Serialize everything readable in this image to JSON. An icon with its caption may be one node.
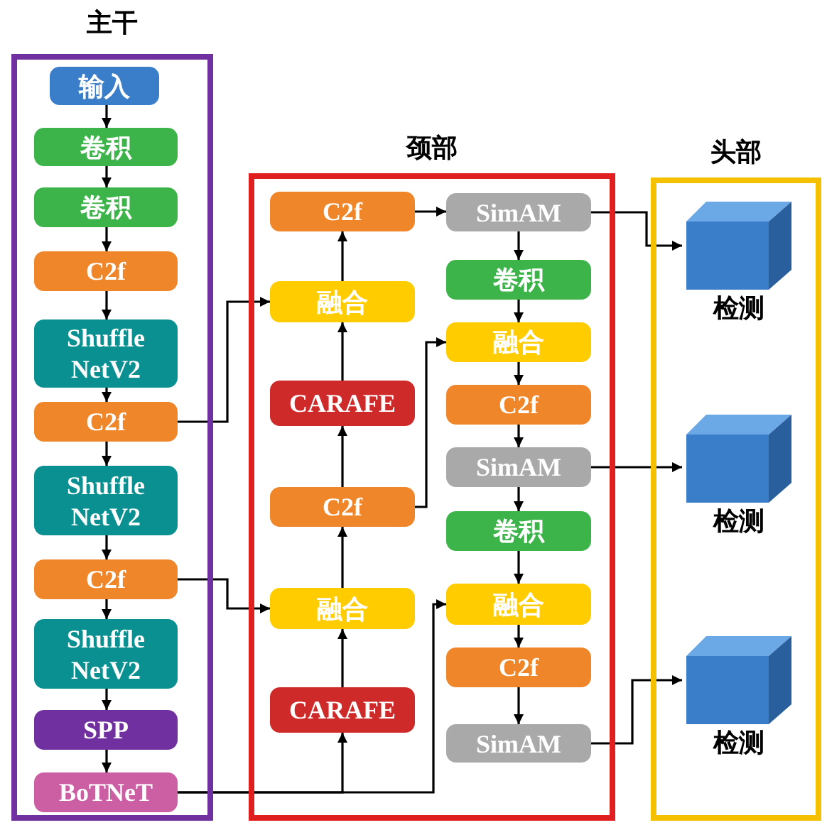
{
  "diagram": {
    "nodes": [
      {
        "text": [
          "主干"
        ]
      },
      {
        "text": [
          "输入"
        ],
        "in": 0
      },
      {
        "text": [
          "卷积"
        ],
        "in": 0
      },
      {
        "text": [
          "卷积"
        ],
        "in": 0
      },
      {
        "text": [
          "C2f"
        ],
        "in": 0
      },
      {
        "text": [
          "Shuffle NetV2"
        ],
        "in": 0
      },
      {
        "text": [
          "C2f"
        ],
        "in": 0
      },
      {
        "text": [
          "Shuffle NetV2"
        ],
        "in": 0
      },
      {
        "text": [
          "C2f"
        ],
        "in": 0
      },
      {
        "text": [
          "Shuffle NetV2"
        ],
        "in": 0
      },
      {
        "text": [
          "SPP"
        ],
        "in": 0
      },
      {
        "text": [
          "BoTNeT"
        ],
        "in": 0
      },
      {
        "text": [
          "颈部"
        ]
      },
      {
        "text": [
          "C2f"
        ],
        "in": 12
      },
      {
        "text": [
          "SimAM"
        ],
        "in": 12
      },
      {
        "text": [
          "融合"
        ],
        "in": 12
      },
      {
        "text": [
          "卷积"
        ],
        "in": 12
      },
      {
        "text": [
          "融合"
        ],
        "in": 12
      },
      {
        "text": [
          "CARAFE"
        ],
        "in": 12
      },
      {
        "text": [
          "C2f"
        ],
        "in": 12
      },
      {
        "text": [
          "SimAM"
        ],
        "in": 12
      },
      {
        "text": [
          "C2f"
        ],
        "in": 12
      },
      {
        "text": [
          "卷积"
        ],
        "in": 12
      },
      {
        "text": [
          "融合"
        ],
        "in": 12
      },
      {
        "text": [
          "融合"
        ],
        "in": 12
      },
      {
        "text": [
          "C2f"
        ],
        "in": 12
      },
      {
        "text": [
          "CARAFE"
        ],
        "in": 12
      },
      {
        "text": [
          "SimAM"
        ],
        "in": 12
      },
      {
        "text": [
          "头部"
        ]
      },
      {
        "text": [
          "检测"
        ],
        "in": 28
      },
      {
        "text": [
          "检测"
        ],
        "in": 28
      },
      {
        "text": [
          "检测"
        ],
        "in": 28
      }
    ],
    "edges": [
      {
        "from": 1,
        "to": 2,
        "arrow": "to"
      },
      {
        "from": 2,
        "to": 3,
        "arrow": "to"
      },
      {
        "from": 3,
        "to": 4,
        "arrow": "to"
      },
      {
        "from": 4,
        "to": 5,
        "arrow": "to"
      },
      {
        "from": 5,
        "to": 6,
        "arrow": "to"
      },
      {
        "from": 6,
        "to": 7,
        "arrow": "to"
      },
      {
        "from": 7,
        "to": 8,
        "arrow": "to"
      },
      {
        "from": 8,
        "to": 9,
        "arrow": "to"
      },
      {
        "from": 9,
        "to": 10,
        "arrow": "to"
      },
      {
        "from": 10,
        "to": 11,
        "arrow": "to"
      },
      {
        "from": 6,
        "to": 15,
        "arrow": "to"
      },
      {
        "from": 8,
        "to": 24,
        "arrow": "to"
      },
      {
        "from": 11,
        "to": 26,
        "arrow": "to"
      },
      {
        "from": 11,
        "to": 23,
        "arrow": "to"
      },
      {
        "from": 26,
        "to": 24,
        "arrow": "to"
      },
      {
        "from": 24,
        "to": 21,
        "arrow": "to"
      },
      {
        "from": 21,
        "to": 18,
        "arrow": "to"
      },
      {
        "from": 18,
        "to": 15,
        "arrow": "to"
      },
      {
        "from": 15,
        "to": 13,
        "arrow": "to"
      },
      {
        "from": 13,
        "to": 14,
        "arrow": "to"
      },
      {
        "from": 21,
        "to": 17,
        "arrow": "to"
      },
      {
        "from": 14,
        "to": 16,
        "arrow": "to"
      },
      {
        "from": 16,
        "to": 17,
        "arrow": "to"
      },
      {
        "from": 17,
        "to": 19,
        "arrow": "to"
      },
      {
        "from": 19,
        "to": 20,
        "arrow": "to"
      },
      {
        "from": 20,
        "to": 22,
        "arrow": "to"
      },
      {
        "from": 22,
        "to": 23,
        "arrow": "to"
      },
      {
        "from": 23,
        "to": 25,
        "arrow": "to"
      },
      {
        "from": 25,
        "to": 27,
        "arrow": "to"
      },
      {
        "from": 14,
        "to": 29,
        "arrow": "to"
      },
      {
        "from": 20,
        "to": 30,
        "arrow": "to"
      },
      {
        "from": 27,
        "to": 31,
        "arrow": "to"
      }
    ]
  }
}
